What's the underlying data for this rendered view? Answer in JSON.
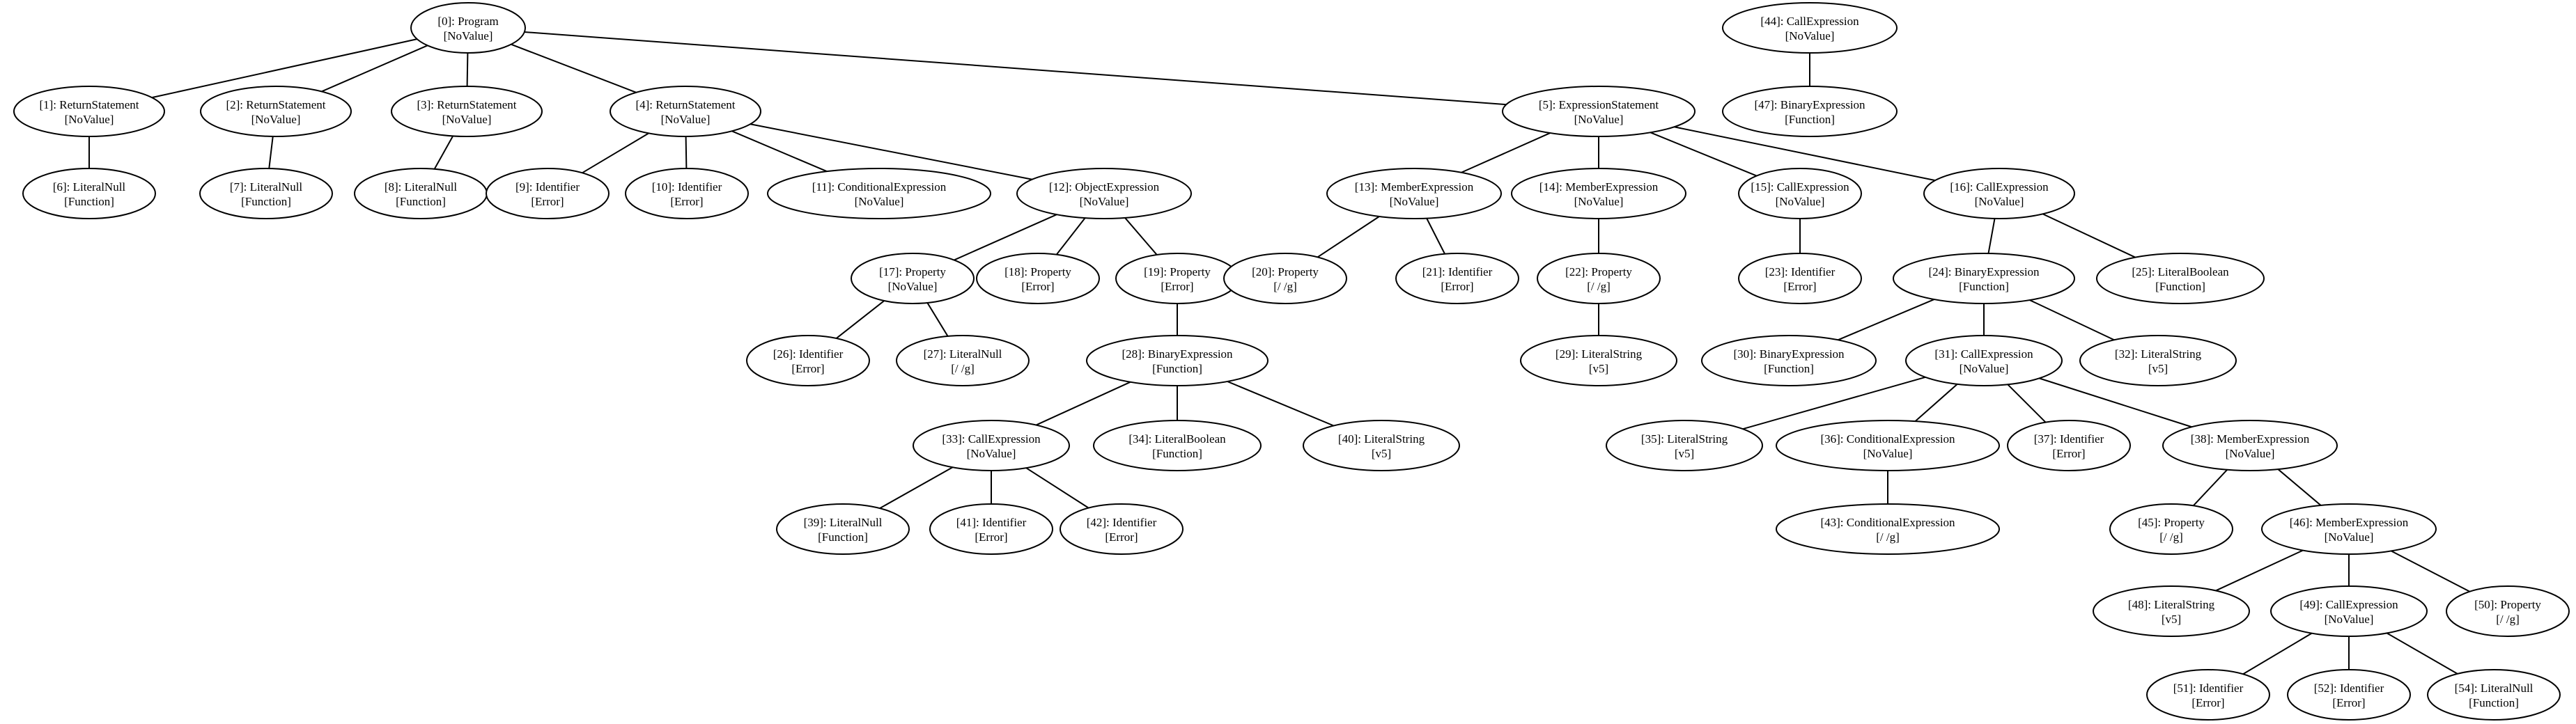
{
  "graph": {
    "nodes": [
      {
        "id": 0,
        "label": "[0]: Program",
        "value": "[NoValue]"
      },
      {
        "id": 1,
        "label": "[1]: ReturnStatement",
        "value": "[NoValue]"
      },
      {
        "id": 2,
        "label": "[2]: ReturnStatement",
        "value": "[NoValue]"
      },
      {
        "id": 3,
        "label": "[3]: ReturnStatement",
        "value": "[NoValue]"
      },
      {
        "id": 4,
        "label": "[4]: ReturnStatement",
        "value": "[NoValue]"
      },
      {
        "id": 5,
        "label": "[5]: ExpressionStatement",
        "value": "[NoValue]"
      },
      {
        "id": 6,
        "label": "[6]: LiteralNull",
        "value": "[Function]"
      },
      {
        "id": 7,
        "label": "[7]: LiteralNull",
        "value": "[Function]"
      },
      {
        "id": 8,
        "label": "[8]: LiteralNull",
        "value": "[Function]"
      },
      {
        "id": 9,
        "label": "[9]: Identifier",
        "value": "[Error]"
      },
      {
        "id": 10,
        "label": "[10]: Identifier",
        "value": "[Error]"
      },
      {
        "id": 11,
        "label": "[11]: ConditionalExpression",
        "value": "[NoValue]"
      },
      {
        "id": 12,
        "label": "[12]: ObjectExpression",
        "value": "[NoValue]"
      },
      {
        "id": 13,
        "label": "[13]: MemberExpression",
        "value": "[NoValue]"
      },
      {
        "id": 14,
        "label": "[14]: MemberExpression",
        "value": "[NoValue]"
      },
      {
        "id": 15,
        "label": "[15]: CallExpression",
        "value": "[NoValue]"
      },
      {
        "id": 16,
        "label": "[16]: CallExpression",
        "value": "[NoValue]"
      },
      {
        "id": 17,
        "label": "[17]: Property",
        "value": "[NoValue]"
      },
      {
        "id": 18,
        "label": "[18]: Property",
        "value": "[Error]"
      },
      {
        "id": 19,
        "label": "[19]: Property",
        "value": "[Error]"
      },
      {
        "id": 20,
        "label": "[20]: Property",
        "value": "[/ /g]"
      },
      {
        "id": 21,
        "label": "[21]: Identifier",
        "value": "[Error]"
      },
      {
        "id": 22,
        "label": "[22]: Property",
        "value": "[/ /g]"
      },
      {
        "id": 23,
        "label": "[23]: Identifier",
        "value": "[Error]"
      },
      {
        "id": 24,
        "label": "[24]: BinaryExpression",
        "value": "[Function]"
      },
      {
        "id": 25,
        "label": "[25]: LiteralBoolean",
        "value": "[Function]"
      },
      {
        "id": 26,
        "label": "[26]: Identifier",
        "value": "[Error]"
      },
      {
        "id": 27,
        "label": "[27]: LiteralNull",
        "value": "[/ /g]"
      },
      {
        "id": 28,
        "label": "[28]: BinaryExpression",
        "value": "[Function]"
      },
      {
        "id": 29,
        "label": "[29]: LiteralString",
        "value": "[v5]"
      },
      {
        "id": 30,
        "label": "[30]: BinaryExpression",
        "value": "[Function]"
      },
      {
        "id": 31,
        "label": "[31]: CallExpression",
        "value": "[NoValue]"
      },
      {
        "id": 32,
        "label": "[32]: LiteralString",
        "value": "[v5]"
      },
      {
        "id": 33,
        "label": "[33]: CallExpression",
        "value": "[NoValue]"
      },
      {
        "id": 34,
        "label": "[34]: LiteralBoolean",
        "value": "[Function]"
      },
      {
        "id": 35,
        "label": "[35]: LiteralString",
        "value": "[v5]"
      },
      {
        "id": 36,
        "label": "[36]: ConditionalExpression",
        "value": "[NoValue]"
      },
      {
        "id": 37,
        "label": "[37]: Identifier",
        "value": "[Error]"
      },
      {
        "id": 38,
        "label": "[38]: MemberExpression",
        "value": "[NoValue]"
      },
      {
        "id": 39,
        "label": "[39]: LiteralNull",
        "value": "[Function]"
      },
      {
        "id": 40,
        "label": "[40]: LiteralString",
        "value": "[v5]"
      },
      {
        "id": 41,
        "label": "[41]: Identifier",
        "value": "[Error]"
      },
      {
        "id": 42,
        "label": "[42]: Identifier",
        "value": "[Error]"
      },
      {
        "id": 43,
        "label": "[43]: ConditionalExpression",
        "value": "[/ /g]"
      },
      {
        "id": 44,
        "label": "[44]: CallExpression",
        "value": "[NoValue]"
      },
      {
        "id": 45,
        "label": "[45]: Property",
        "value": "[/ /g]"
      },
      {
        "id": 46,
        "label": "[46]: MemberExpression",
        "value": "[NoValue]"
      },
      {
        "id": 47,
        "label": "[47]: BinaryExpression",
        "value": "[Function]"
      },
      {
        "id": 48,
        "label": "[48]: LiteralString",
        "value": "[v5]"
      },
      {
        "id": 49,
        "label": "[49]: CallExpression",
        "value": "[NoValue]"
      },
      {
        "id": 50,
        "label": "[50]: Property",
        "value": "[/ /g]"
      },
      {
        "id": 51,
        "label": "[51]: Identifier",
        "value": "[Error]"
      },
      {
        "id": 52,
        "label": "[52]: Identifier",
        "value": "[Error]"
      },
      {
        "id": 54,
        "label": "[54]: LiteralNull",
        "value": "[Function]"
      }
    ],
    "edges": [
      [
        0,
        1
      ],
      [
        0,
        2
      ],
      [
        0,
        3
      ],
      [
        0,
        4
      ],
      [
        0,
        5
      ],
      [
        1,
        6
      ],
      [
        2,
        7
      ],
      [
        3,
        8
      ],
      [
        4,
        9
      ],
      [
        4,
        10
      ],
      [
        4,
        11
      ],
      [
        4,
        12
      ],
      [
        5,
        13
      ],
      [
        5,
        14
      ],
      [
        5,
        15
      ],
      [
        5,
        16
      ],
      [
        12,
        17
      ],
      [
        12,
        18
      ],
      [
        12,
        19
      ],
      [
        13,
        20
      ],
      [
        13,
        21
      ],
      [
        14,
        22
      ],
      [
        15,
        23
      ],
      [
        16,
        24
      ],
      [
        16,
        25
      ],
      [
        17,
        26
      ],
      [
        17,
        27
      ],
      [
        19,
        28
      ],
      [
        22,
        29
      ],
      [
        24,
        30
      ],
      [
        24,
        31
      ],
      [
        24,
        32
      ],
      [
        28,
        33
      ],
      [
        28,
        34
      ],
      [
        28,
        40
      ],
      [
        31,
        35
      ],
      [
        31,
        36
      ],
      [
        31,
        37
      ],
      [
        31,
        38
      ],
      [
        33,
        39
      ],
      [
        33,
        41
      ],
      [
        33,
        42
      ],
      [
        36,
        43
      ],
      [
        38,
        45
      ],
      [
        38,
        46
      ],
      [
        44,
        47
      ],
      [
        46,
        48
      ],
      [
        46,
        49
      ],
      [
        46,
        50
      ],
      [
        49,
        51
      ],
      [
        49,
        52
      ],
      [
        49,
        54
      ]
    ]
  }
}
